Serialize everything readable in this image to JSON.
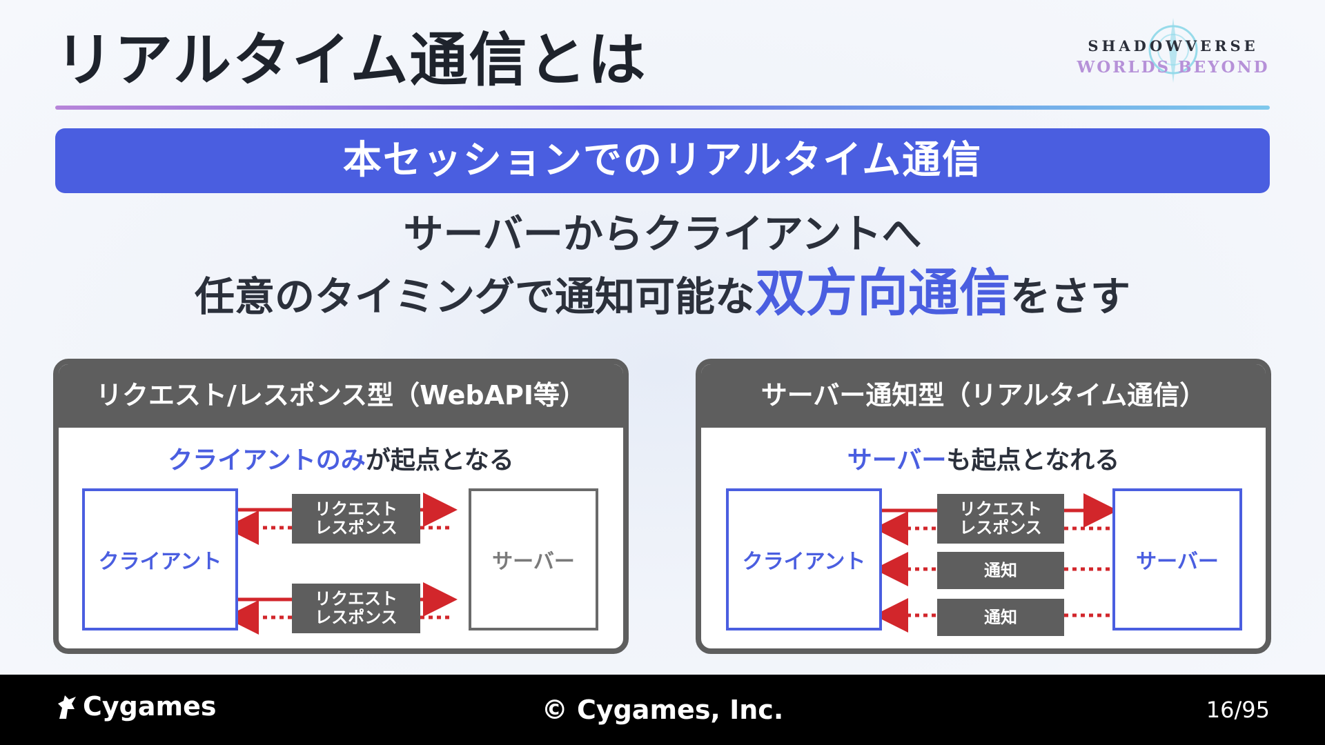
{
  "slide": {
    "title": "リアルタイム通信とは",
    "logo_line1": "SHADOWVERSE",
    "logo_line2": "WORLDS BEYOND",
    "banner": "本セッションでのリアルタイム通信",
    "lead_line1": "サーバーからクライアントへ",
    "lead_line2_prefix": "任意のタイミングで通知可能な",
    "lead_line2_highlight": "双方向通信",
    "lead_line2_suffix": "をさす"
  },
  "left_panel": {
    "header": "リクエスト/レスポンス型（WebAPI等）",
    "subtitle_highlight": "クライアントのみ",
    "subtitle_rest": "が起点となる",
    "client_label": "クライアント",
    "server_label": "サーバー",
    "exchanges": [
      {
        "line1": "リクエスト",
        "line2": "レスポンス"
      },
      {
        "line1": "リクエスト",
        "line2": "レスポンス"
      }
    ]
  },
  "right_panel": {
    "header": "サーバー通知型（リアルタイム通信）",
    "subtitle_highlight": "サーバー",
    "subtitle_rest": "も起点となれる",
    "client_label": "クライアント",
    "server_label": "サーバー",
    "exchange": {
      "line1": "リクエスト",
      "line2": "レスポンス"
    },
    "notifications": [
      "通知",
      "通知"
    ]
  },
  "footer": {
    "brand": "Cygames",
    "copyright": "© Cygames, Inc.",
    "page": "16/95"
  },
  "colors": {
    "accent": "#4a5ee0",
    "arrow": "#d2262b",
    "panel_gray": "#5e5e5e",
    "footer": "#000000"
  }
}
